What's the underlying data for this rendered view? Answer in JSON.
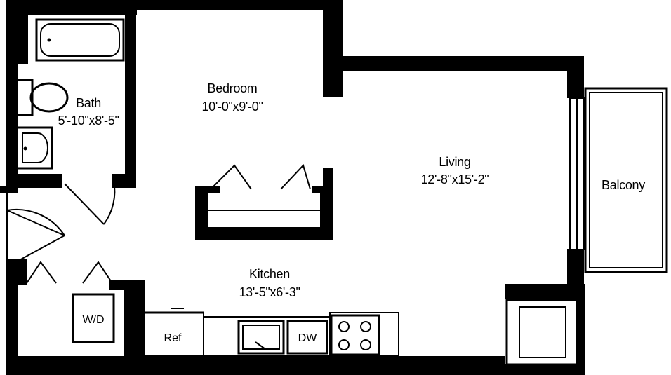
{
  "rooms": {
    "bath": {
      "name": "Bath",
      "size": "5'-10\"x8'-5\""
    },
    "bedroom": {
      "name": "Bedroom",
      "size": "10'-0\"x9'-0\""
    },
    "living": {
      "name": "Living",
      "size": "12'-8\"x15'-2\""
    },
    "balcony": {
      "name": "Balcony"
    },
    "kitchen": {
      "name": "Kitchen",
      "size": "13'-5\"x6'-3\""
    }
  },
  "fixtures": {
    "washer_dryer": "W/D",
    "refrigerator": "Ref",
    "dishwasher": "DW"
  },
  "colors": {
    "wall": "#000000",
    "background": "#ffffff"
  }
}
